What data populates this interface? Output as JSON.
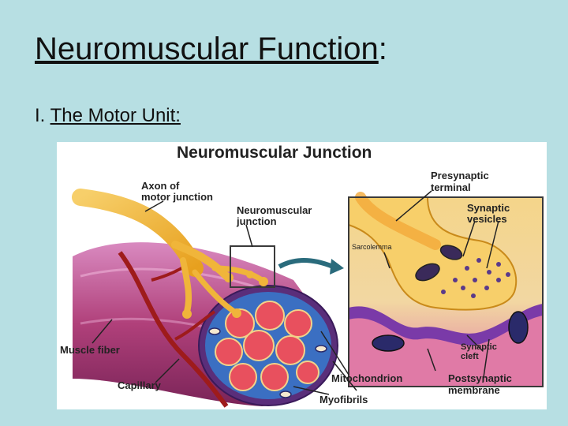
{
  "slide": {
    "title_main": "Neuromuscular Function",
    "title_suffix": ":",
    "bullet_prefix": "I. ",
    "bullet_text": "The Motor Unit:"
  },
  "diagram": {
    "title": "Neuromuscular Junction",
    "labels": {
      "axon_1": "Axon of",
      "axon_2": "motor junction",
      "nmj_1": "Neuromuscular",
      "nmj_2": "junction",
      "presyn_1": "Presynaptic",
      "presyn_2": "terminal",
      "vesicles_1": "Synaptic",
      "vesicles_2": "vesicles",
      "sarcolemma": "Sarcolemma",
      "muscle_fiber": "Muscle fiber",
      "capillary": "Capillary",
      "mitochondrion": "Mitochondrion",
      "myofibrils": "Myofibrils",
      "cleft_1": "Synaptic",
      "cleft_2": "cleft",
      "postsyn_1": "Postsynaptic",
      "postsyn_2": "membrane"
    },
    "colors": {
      "nerve": "#f2b43a",
      "muscle": "#b0407a",
      "muscle_light": "#d87ab0",
      "capillary": "#9e1b1b",
      "fibril": "#e8505e",
      "inset_border": "#3a3a3a",
      "arrow": "#2a6b7c"
    }
  }
}
